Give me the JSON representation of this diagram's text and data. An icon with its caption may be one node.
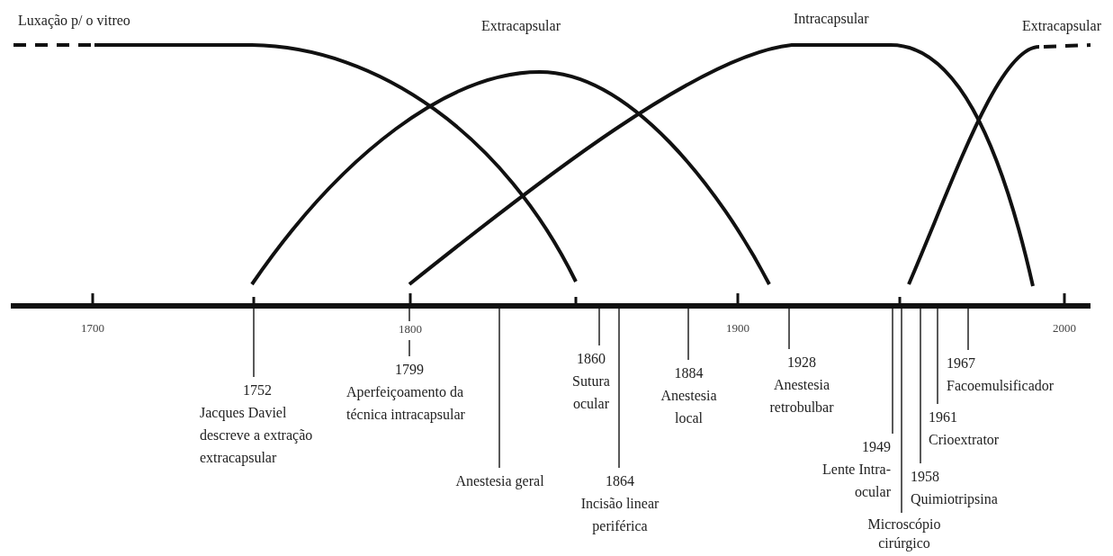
{
  "diagram": {
    "nodes": [
      {
        "text": [
          "1752",
          "Jacques Daviel descreve a extração extracapsular"
        ]
      },
      {
        "text": [
          "1799",
          "Aperfeiçoamento da técnica intracapsular"
        ]
      },
      {
        "text": [
          "Anestesia geral"
        ]
      },
      {
        "text": [
          "1860",
          "Sutura ocular"
        ]
      },
      {
        "text": [
          "1864",
          "Incisão linear periférica"
        ]
      },
      {
        "text": [
          "1884",
          "Anestesia local"
        ]
      },
      {
        "text": [
          "1928",
          "Anestesia retrobulbar"
        ]
      },
      {
        "text": [
          "1949",
          "Lente Intra-ocular"
        ]
      },
      {
        "text": [
          "Microscópio cirúrgico"
        ]
      },
      {
        "text": [
          "1958",
          "Quimiotripsina"
        ]
      },
      {
        "text": [
          "1961",
          "Crioextrator"
        ]
      },
      {
        "text": [
          "1967",
          "Facoemulsificador"
        ]
      }
    ],
    "edges": [
      {
        "from": 0,
        "to": null,
        "arrow": "none"
      },
      {
        "from": 1,
        "to": null,
        "arrow": "none"
      },
      {
        "from": 2,
        "to": null,
        "arrow": "none"
      },
      {
        "from": 3,
        "to": null,
        "arrow": "none"
      },
      {
        "from": 4,
        "to": null,
        "arrow": "none"
      },
      {
        "from": 5,
        "to": null,
        "arrow": "none"
      },
      {
        "from": 6,
        "to": null,
        "arrow": "none"
      },
      {
        "from": 7,
        "to": null,
        "arrow": "none"
      },
      {
        "from": 8,
        "to": null,
        "arrow": "none"
      },
      {
        "from": 9,
        "to": null,
        "arrow": "none"
      },
      {
        "from": 10,
        "to": null,
        "arrow": "none"
      },
      {
        "from": 11,
        "to": null,
        "arrow": "none"
      }
    ],
    "labels": [
      "Luxação p/ o vitreo",
      "Extracapsular",
      "Intracapsular",
      "Extracapsular",
      "1700",
      "1800",
      "1900",
      "2000"
    ]
  }
}
